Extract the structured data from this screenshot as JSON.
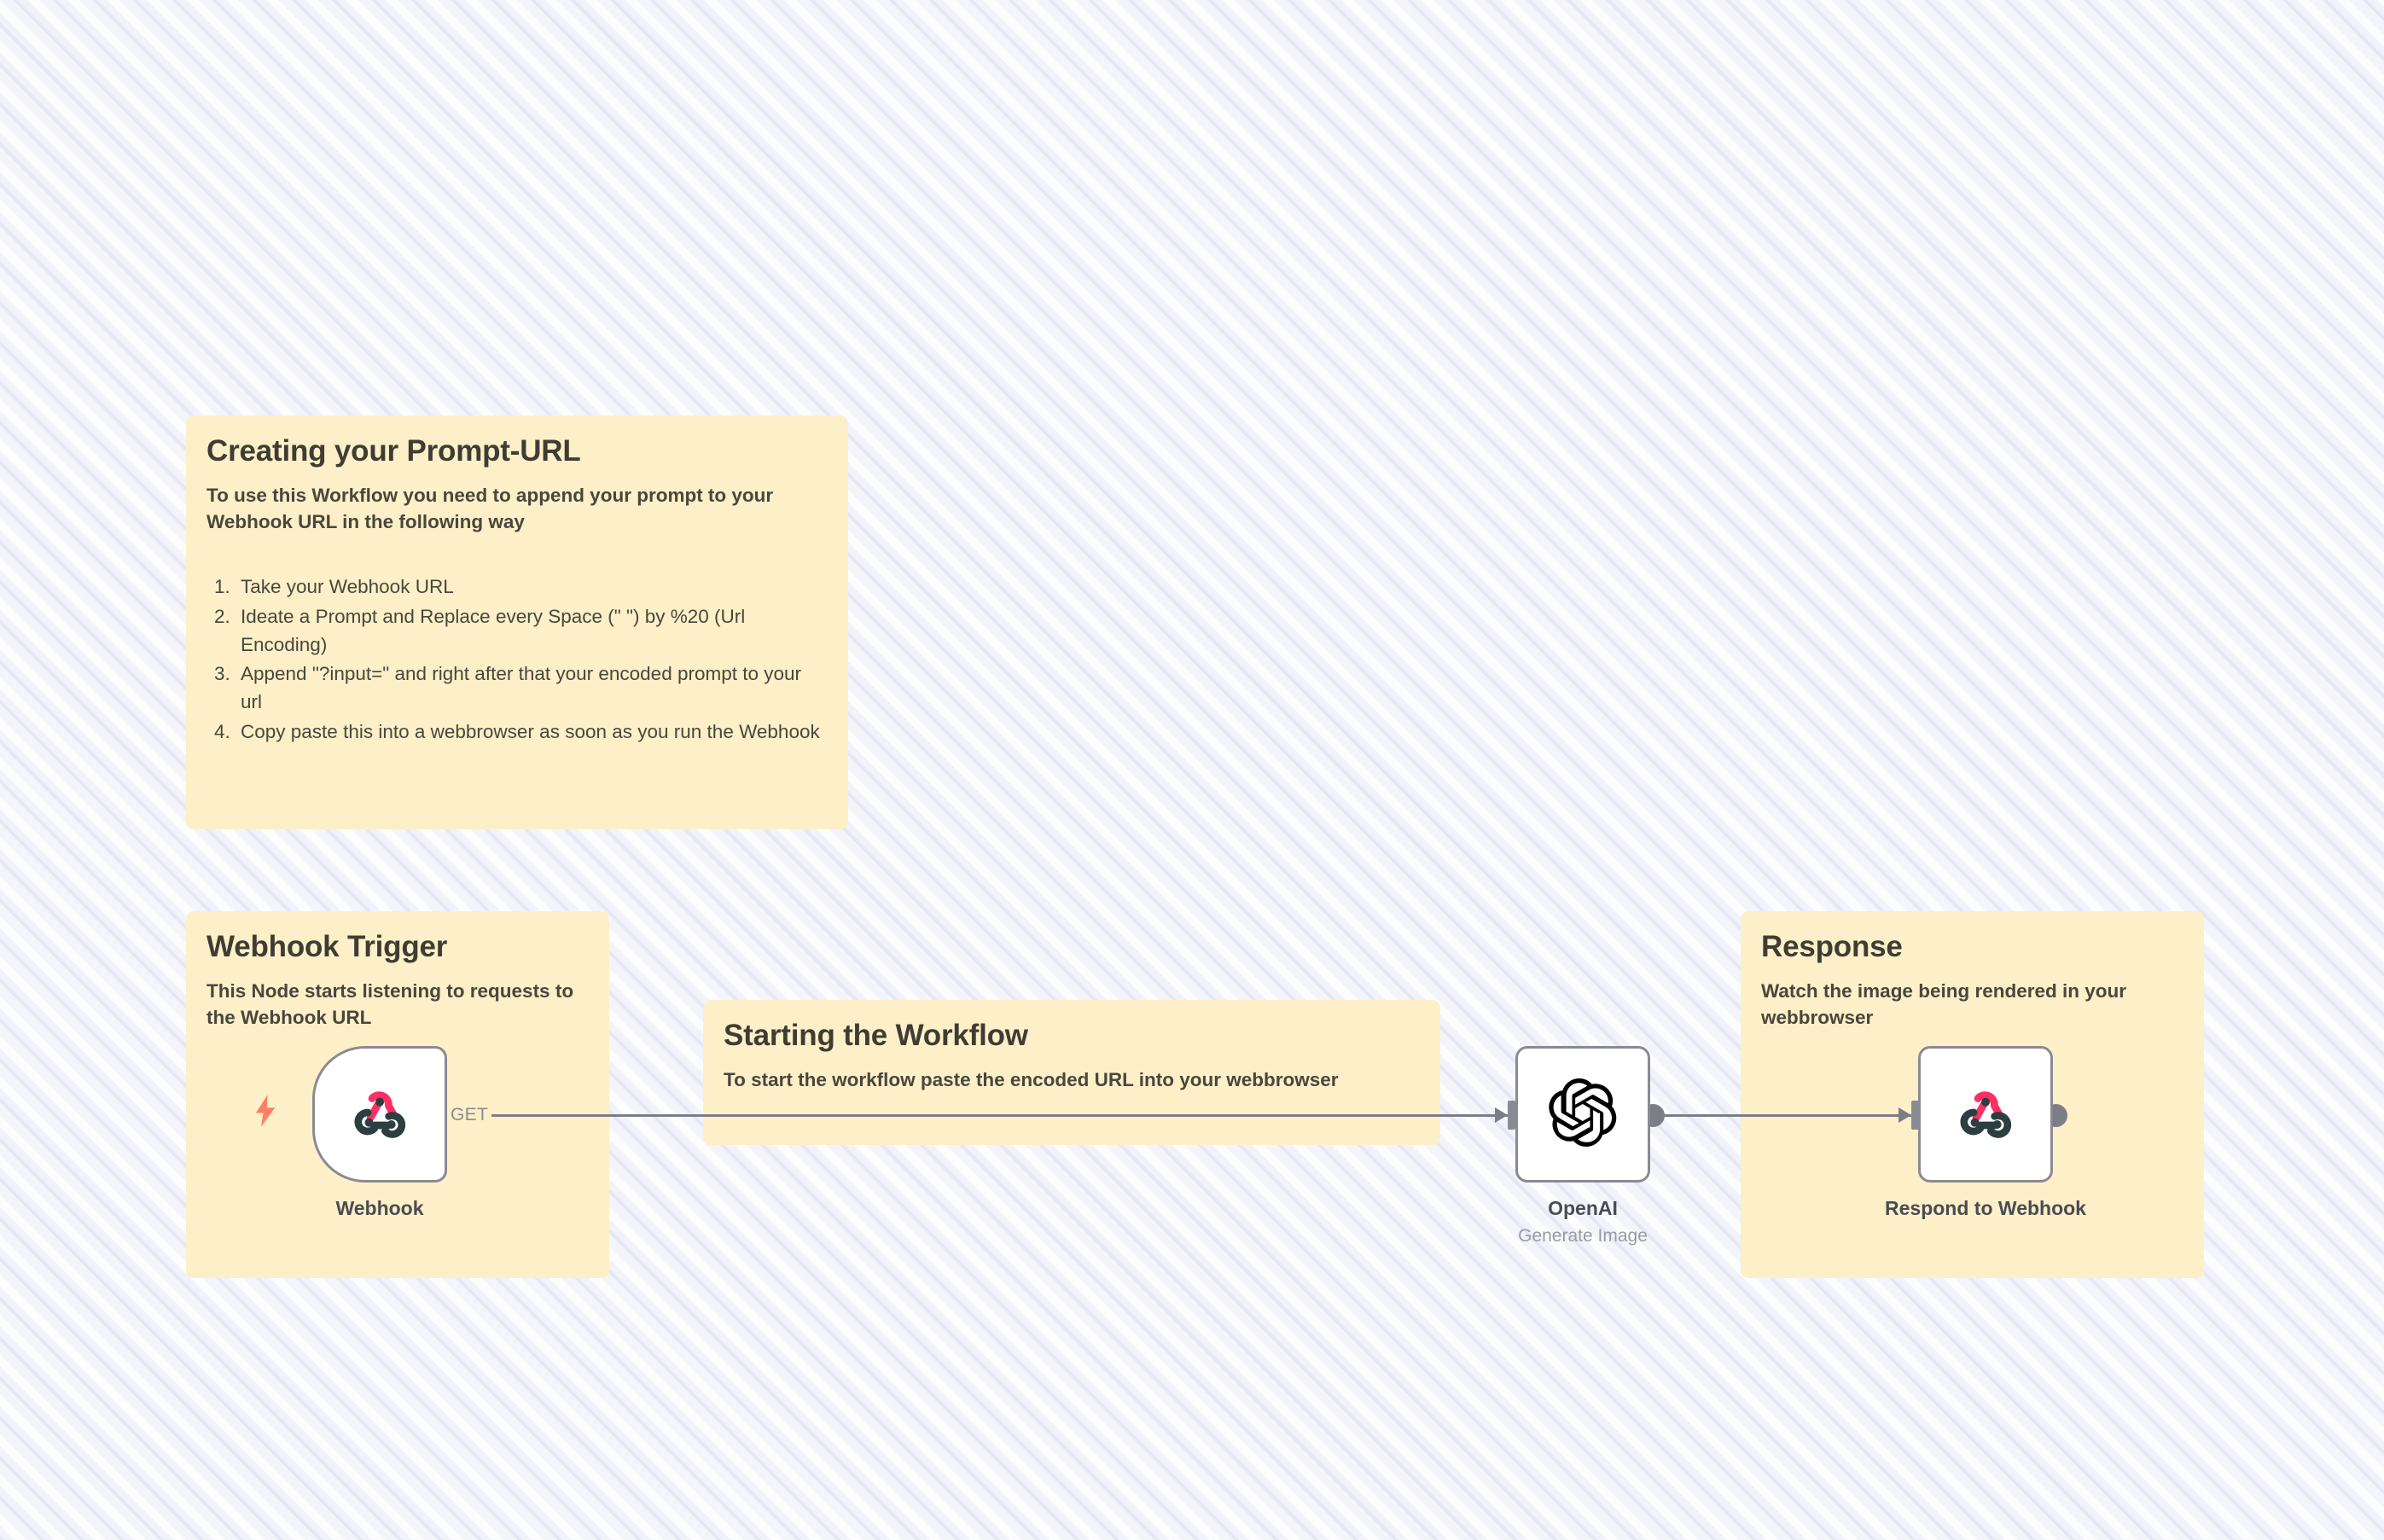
{
  "canvas": {
    "background_color": "#f2f3fa",
    "stripe_color": "#e6e7f2"
  },
  "sticky_color": "#fdf0c8",
  "notes": [
    {
      "id": "prompt-url",
      "title": "Creating your Prompt-URL",
      "subtitle": "To use this Workflow you need to append your prompt to your Webhook URL in the following way",
      "steps": [
        "Take your Webhook URL",
        "Ideate a Prompt and Replace every Space (\" \") by %20 (Url Encoding)",
        "Append \"?input=\" and right after that your encoded prompt to your url",
        "Copy paste this into a webbrowser as soon as you run the Webhook"
      ]
    },
    {
      "id": "webhook-trigger",
      "title": "Webhook Trigger",
      "subtitle": "This Node starts listening to requests to the Webhook URL"
    },
    {
      "id": "starting",
      "title": "Starting the Workflow",
      "subtitle": "To start the workflow paste the encoded URL into your webbrowser"
    },
    {
      "id": "response",
      "title": "Response",
      "subtitle": "Watch the image being rendered in your webbrowser"
    }
  ],
  "nodes": [
    {
      "id": "webhook",
      "label": "Webhook",
      "sublabel": "",
      "type": "trigger",
      "icon": "webhook-icon",
      "accent": "#ff3366"
    },
    {
      "id": "openai",
      "label": "OpenAI",
      "sublabel": "Generate Image",
      "type": "regular",
      "icon": "openai-icon",
      "accent": "#000000"
    },
    {
      "id": "respond",
      "label": "Respond to Webhook",
      "sublabel": "",
      "type": "regular",
      "icon": "webhook-icon",
      "accent": "#ff3366"
    }
  ],
  "connections": [
    {
      "id": "conn-1",
      "from": "webhook",
      "to": "openai",
      "label": "GET"
    },
    {
      "id": "conn-2",
      "from": "openai",
      "to": "respond",
      "label": ""
    }
  ],
  "trigger_indicator": {
    "icon": "lightning-bolt-icon",
    "color": "#ff7f66"
  }
}
